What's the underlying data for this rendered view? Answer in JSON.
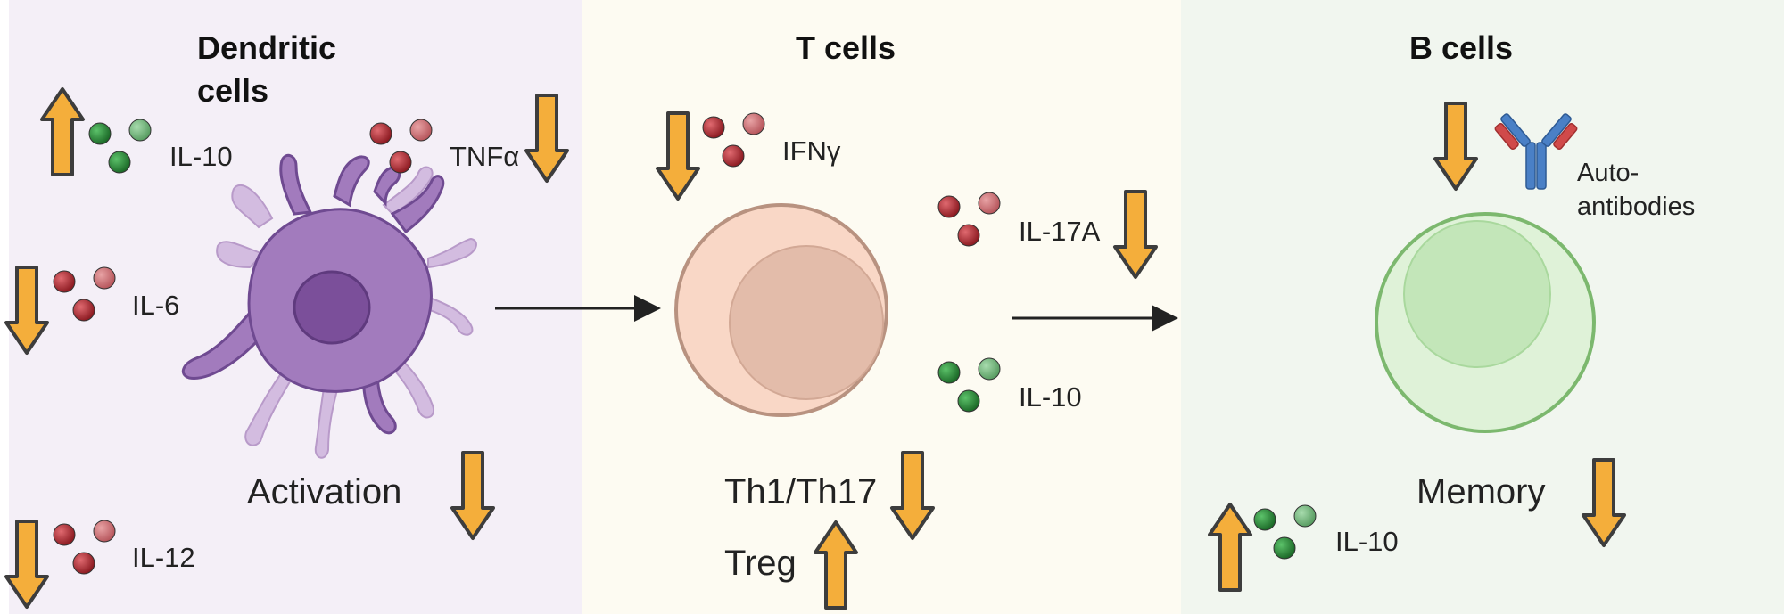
{
  "panels": {
    "dendritic": {
      "title_line1": "Dendritic",
      "title_line2": "cells",
      "cytokines": [
        {
          "name": "IL-10",
          "direction": "up",
          "color": "green"
        },
        {
          "name": "TNFα",
          "direction": "down",
          "color": "red"
        },
        {
          "name": "IL-6",
          "direction": "down",
          "color": "red"
        },
        {
          "name": "IL-12",
          "direction": "down",
          "color": "red"
        }
      ],
      "process_label": "Activation",
      "process_direction": "down"
    },
    "t_cells": {
      "title": "T cells",
      "cytokines": [
        {
          "name": "IFNγ",
          "direction": "down",
          "color": "red"
        },
        {
          "name": "IL-17A",
          "direction": "down",
          "color": "red"
        },
        {
          "name": "IL-10",
          "direction": "none",
          "color": "green"
        }
      ],
      "subsets": [
        {
          "name": "Th1/Th17",
          "direction": "down"
        },
        {
          "name": "Treg",
          "direction": "up"
        }
      ]
    },
    "b_cells": {
      "title": "B cells",
      "antibody_label_line1": "Auto-",
      "antibody_label_line2": "antibodies",
      "antibody_direction": "down",
      "process_label": "Memory",
      "process_direction": "down",
      "cytokines": [
        {
          "name": "IL-10",
          "direction": "up",
          "color": "green"
        }
      ]
    }
  },
  "colors": {
    "arrow_fill": "#f4ae3b",
    "arrow_stroke": "#3d3d3d",
    "red_bead": "#b22a32",
    "green_bead": "#2e8b3c",
    "dc_cell": "#a27bbd",
    "t_cell": "#f9d7c6",
    "b_cell": "#dff2d8"
  }
}
